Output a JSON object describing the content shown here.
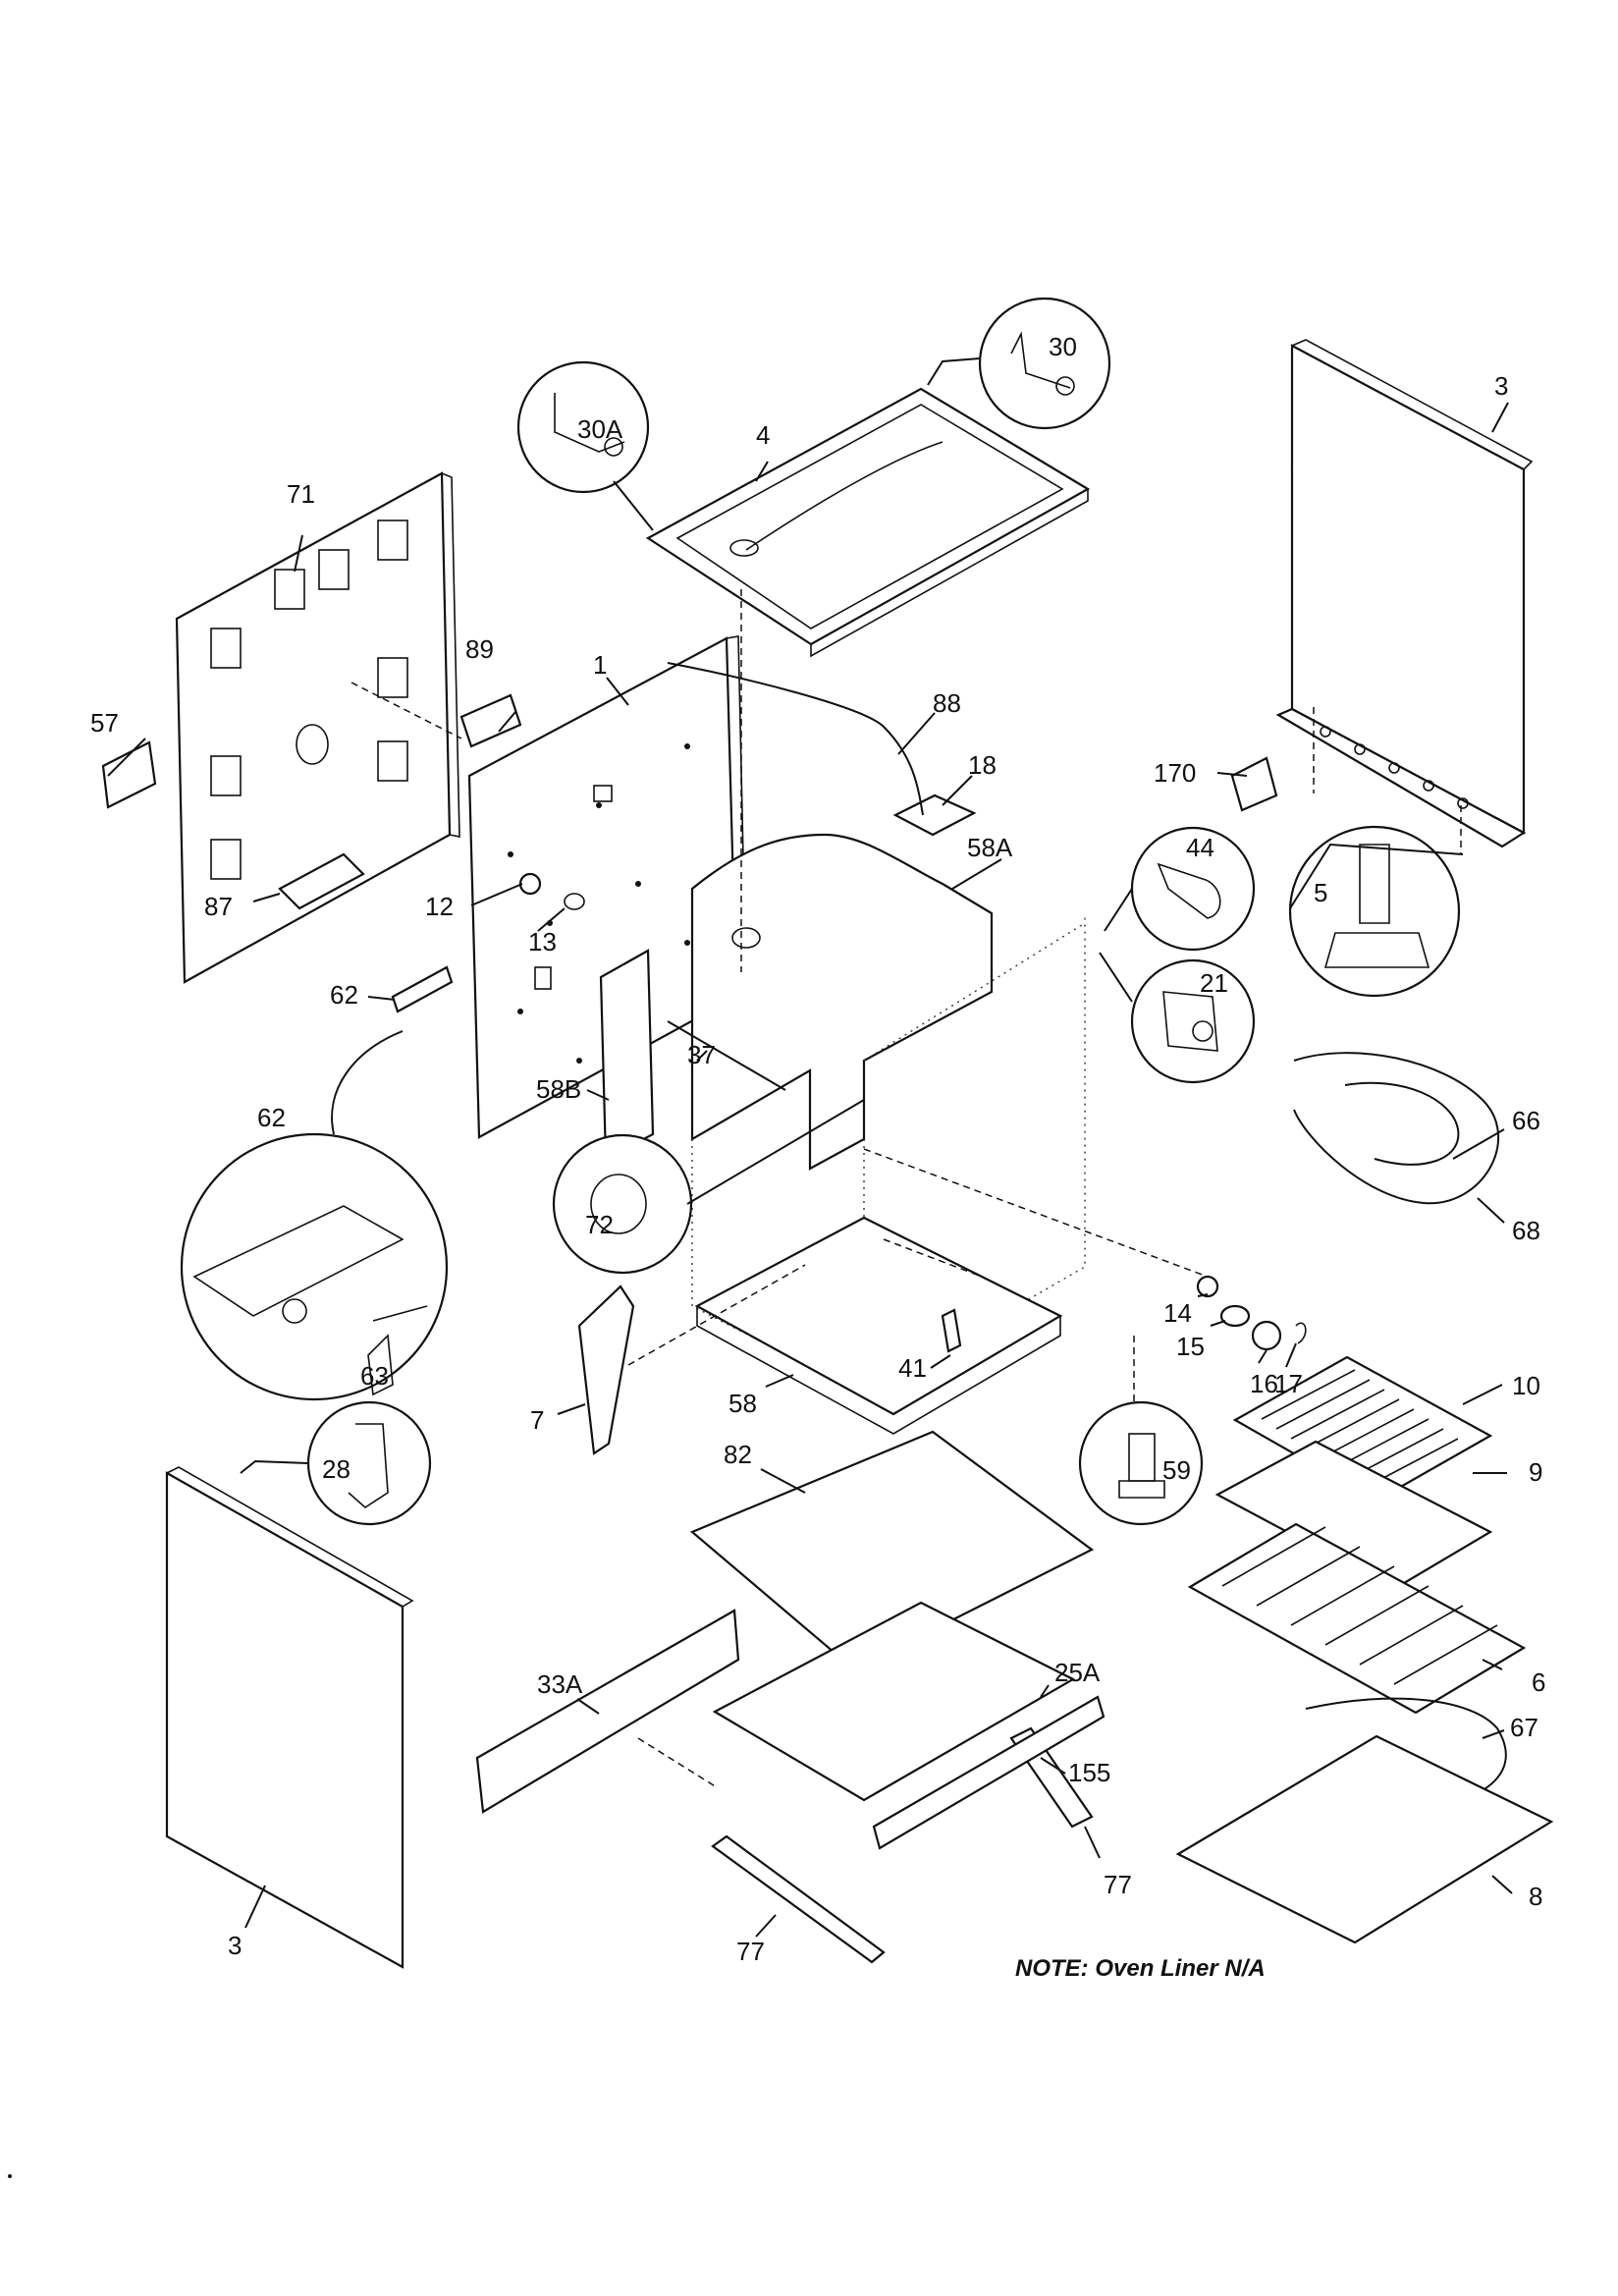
{
  "labels": {
    "p1": "1",
    "p3_right": "3",
    "p3_left": "3",
    "p4": "4",
    "p5": "5",
    "p6": "6",
    "p7": "7",
    "p8": "8",
    "p9": "9",
    "p10": "10",
    "p12": "12",
    "p13": "13",
    "p14": "14",
    "p15": "15",
    "p16": "16",
    "p17": "17",
    "p18": "18",
    "p21": "21",
    "p25A": "25A",
    "p28": "28",
    "p30": "30",
    "p30A": "30A",
    "p33A": "33A",
    "p37": "37",
    "p41": "41",
    "p44": "44",
    "p57": "57",
    "p58": "58",
    "p58A": "58A",
    "p58B": "58B",
    "p59": "59",
    "p62": "62",
    "p62_detail": "62",
    "p63": "63",
    "p66": "66",
    "p67": "67",
    "p68": "68",
    "p71": "71",
    "p72": "72",
    "p77_right": "77",
    "p77_bottom": "77",
    "p82": "82",
    "p87": "87",
    "p88": "88",
    "p89": "89",
    "p155": "155",
    "p170": "170"
  },
  "note": "NOTE:  Oven Liner N/A"
}
